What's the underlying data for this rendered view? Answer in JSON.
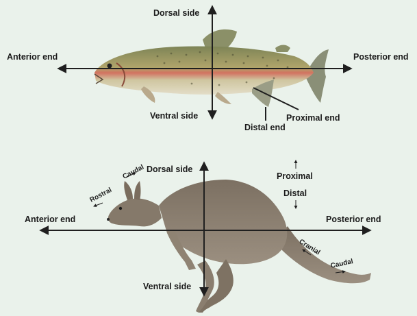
{
  "colors": {
    "background": "#eaf2eb",
    "axis": "#1f1f1f",
    "fish_body": "#9a9a63",
    "fish_belly": "#d8d6c3",
    "fish_stripe": "#d36a5a",
    "kangaroo_body": "#8a7d6e"
  },
  "fish": {
    "dorsal": "Dorsal side",
    "ventral": "Ventral side",
    "anterior": "Anterior end",
    "posterior": "Posterior end",
    "proximal": "Proximal end",
    "distal": "Distal end"
  },
  "kangaroo": {
    "dorsal": "Dorsal side",
    "ventral": "Ventral side",
    "anterior": "Anterior end",
    "posterior": "Posterior end",
    "proximal": "Proximal",
    "distal": "Distal",
    "rostral": "Rostral",
    "caudal_head": "Caudal",
    "cranial": "Cranial",
    "caudal_tail": "Caudal"
  }
}
